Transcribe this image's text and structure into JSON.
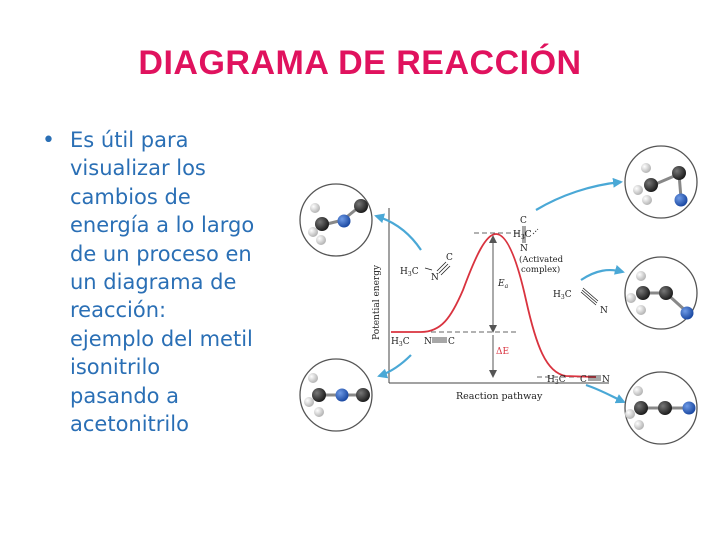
{
  "slide": {
    "title": "DIAGRAMA DE REACCIÓN",
    "bullet_lines": [
      "Es útil para",
      "visualizar los",
      "cambios de",
      "energía a lo largo",
      "de un proceso en",
      "un diagrama de",
      "reacción:",
      "ejemplo del metil",
      "isonitrilo",
      "pasando a",
      "acetonitrilo"
    ]
  },
  "diagram": {
    "ylabel": "Potential energy",
    "xlabel": "Reaction pathway",
    "reactant_label_h3c": "H",
    "reactant_label_sub": "3",
    "reactant_label_c": "C",
    "reactant_label_n": "N",
    "reactant_label_c2": "C",
    "ts_label_top": "C",
    "ts_label_h3c": "H",
    "ts_label_sub": "3",
    "ts_label_c": "C",
    "ts_label_n": "N",
    "ts_note1": "(Activated",
    "ts_note2": "complex)",
    "ea_label": "E",
    "ea_sub": "a",
    "de_label": "ΔE",
    "mid_label_h3c": "H",
    "mid_label_sub": "3",
    "mid_label_c": "C",
    "mid_label_n": "N",
    "prod_label_h3c": "H",
    "prod_label_sub": "3",
    "prod_label_c": "C",
    "prod_label_cn": "C",
    "prod_label_n": "N",
    "colors": {
      "title": "#e0125e",
      "bullet_text": "#2a6fb5",
      "curve": "#d9333f",
      "arrow": "#4aa8d6",
      "atom_carbon": "#2b2b2b",
      "atom_nitrogen": "#2b5db5",
      "atom_hydrogen": "#d8d8d8"
    }
  }
}
